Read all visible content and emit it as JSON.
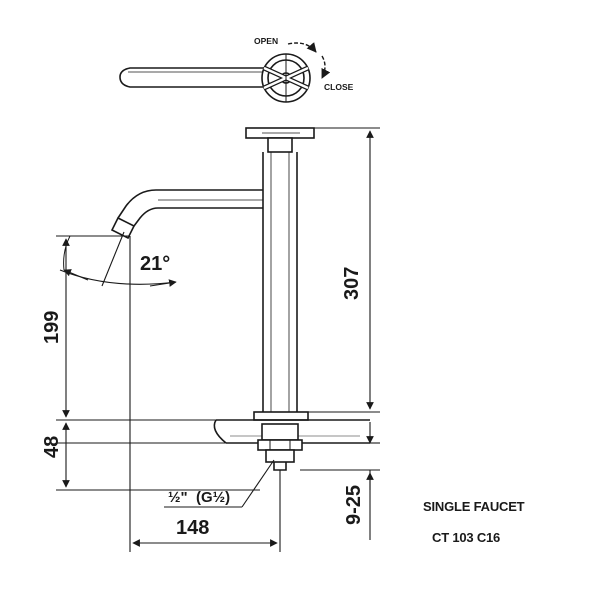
{
  "labels": {
    "open": "OPEN",
    "close": "CLOSE"
  },
  "dimensions": {
    "height_total": "307",
    "spout_height": "199",
    "deck_thickness": "48",
    "adjust_range": "9-25",
    "reach": "148",
    "angle": "21°",
    "thread_main": "½\"",
    "thread_paren": "(G½)"
  },
  "caption": {
    "title": "SINGLE FAUCET",
    "model": "CT 103 C16"
  },
  "colors": {
    "line": "#1a1a1a",
    "background": "#ffffff"
  }
}
